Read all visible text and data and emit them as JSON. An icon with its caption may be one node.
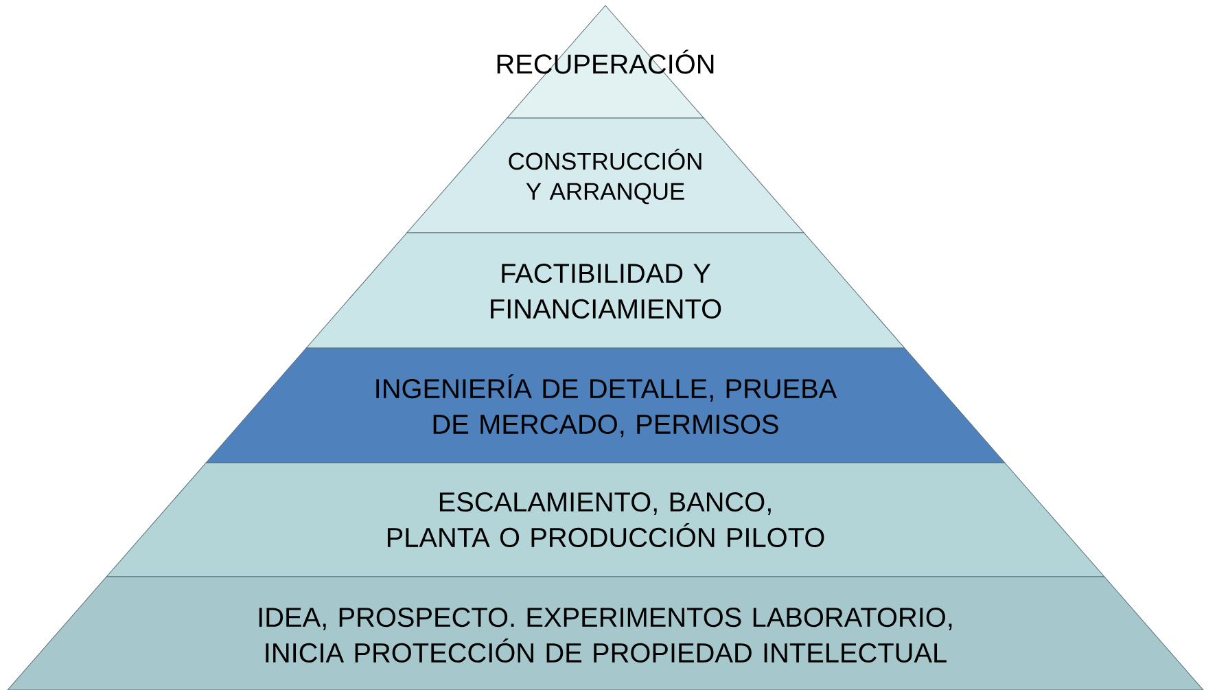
{
  "diagram": {
    "nodes": [
      {
        "text": [
          "RECUPERACIÓN"
        ]
      },
      {
        "text": [
          "CONSTRUCCIÓN Y ARRANQUE"
        ]
      },
      {
        "text": [
          "FACTIBILIDAD Y FINANCIAMIENTO"
        ]
      },
      {
        "text": [
          "INGENIERÍA DE DETALLE, PRUEBA DE MERCADO, PERMISOS"
        ]
      },
      {
        "text": [
          "ESCALAMIENTO, BANCO, PLANTA O PRODUCCIÓN PILOTO"
        ]
      },
      {
        "text": [
          "IDEA, PROSPECTO. EXPERIMENTOS LABORATORIO, INICIA PROTECCIÓN DE PROPIEDAD INTELECTUAL"
        ]
      }
    ]
  }
}
